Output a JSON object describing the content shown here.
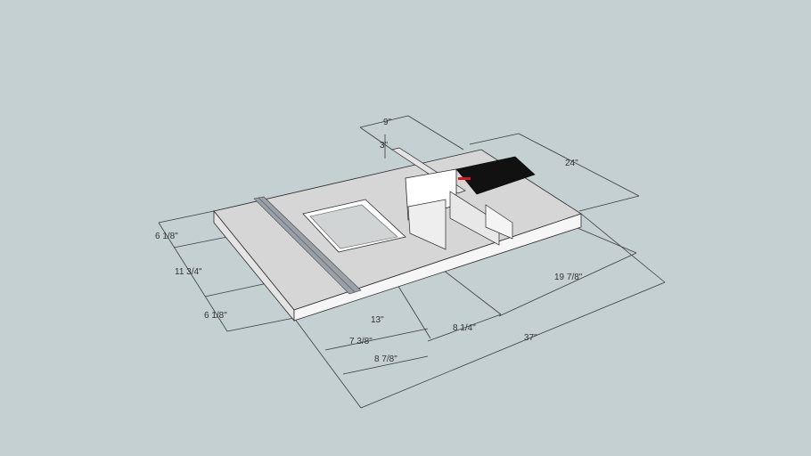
{
  "scene": {
    "title": "Router table 3D model",
    "background": "#c4d0d2",
    "colors": {
      "top_face": "#d6d6d6",
      "side_face": "#f4f4f4",
      "edge": "#2a2a2a",
      "dimension_line": "#3c3c3c",
      "rail": "#9aa0a8",
      "fence": "#ffffff",
      "clamp": "#111111",
      "clamp_accent": "#d21a1a"
    }
  },
  "dimensions": {
    "fence_width": "9\"",
    "fence_height": "3\"",
    "depth_total": "24\"",
    "left_margin_top": "6 1/8\"",
    "middle_span": "11 3/4\"",
    "left_margin_bottom": "6 1/8\"",
    "opening_offset": "13\"",
    "opening_width": "7 3/8\"",
    "opening_edge": "8 7/8\"",
    "front_gap": "8 1/4\"",
    "right_span": "19 7/8\"",
    "length_total": "37\""
  }
}
